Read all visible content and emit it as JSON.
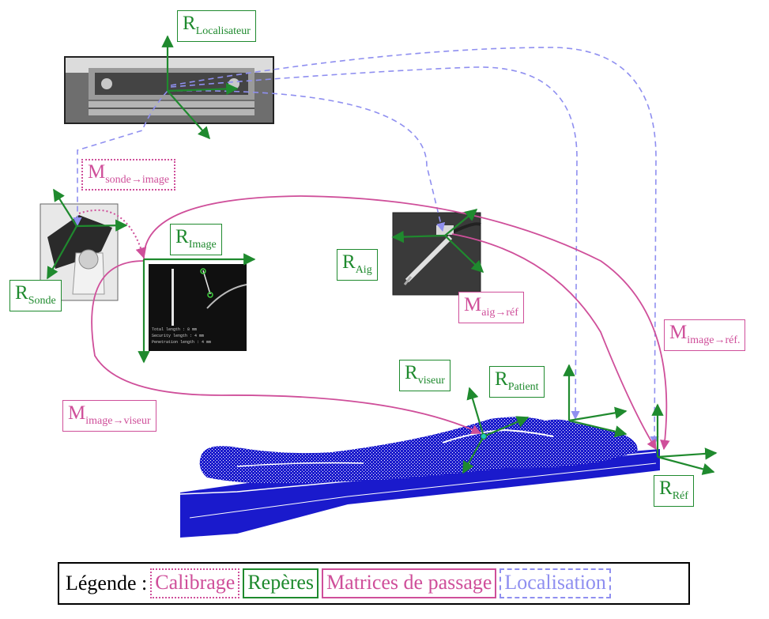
{
  "labels": {
    "localisateur": {
      "main": "R",
      "sub": "Localisateur"
    },
    "sonde_image": {
      "main": "M",
      "sub": "sonde→image"
    },
    "sonde": {
      "main": "R",
      "sub": "Sonde"
    },
    "image": {
      "main": "R",
      "sub": "Image"
    },
    "aig": {
      "main": "R",
      "sub": "Aig"
    },
    "aig_ref": {
      "main": "M",
      "sub": "aig→réf"
    },
    "image_ref": {
      "main": "M",
      "sub": "image→réf."
    },
    "viseur": {
      "main": "R",
      "sub": "viseur"
    },
    "patient": {
      "main": "R",
      "sub": "Patient"
    },
    "image_viseur": {
      "main": "M",
      "sub": "image→viseur"
    },
    "ref": {
      "main": "R",
      "sub": "Réf"
    }
  },
  "ultrasound": {
    "line1": "Total length :   8 mm",
    "line2": "Security length :   4 mm",
    "line3": "Penetration length :   4 mm"
  },
  "legend": {
    "title": "Légende :",
    "calibrage": "Calibrage",
    "reperes": "Repères",
    "matrices": "Matrices de passage",
    "localisation": "Localisation"
  },
  "colors": {
    "reperes": "#1f8a2e",
    "matrices": "#cf4f9a",
    "localisation": "#8f8ff0",
    "patient_model": "#1a1acc"
  }
}
